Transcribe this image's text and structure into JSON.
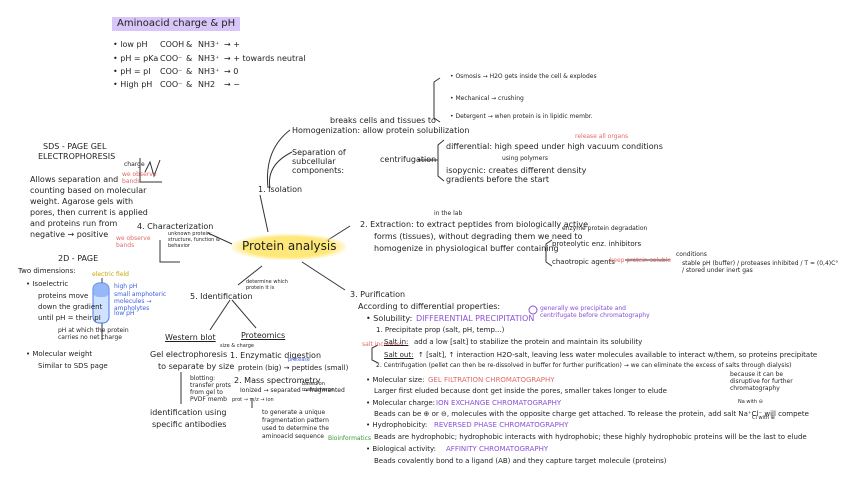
{
  "title": "Aminoacid charge & pH",
  "ph_rules": [
    {
      "a": "• low pH",
      "b": "COOH",
      "c": "&",
      "d": "NH3⁺",
      "e": "→ +"
    },
    {
      "a": "• pH = pKa",
      "b": "COO⁻",
      "c": "&",
      "d": "NH3⁺",
      "e": "→ + towards neutral"
    },
    {
      "a": "• pH = pI",
      "b": "COO⁻",
      "c": "&",
      "d": "NH3⁺",
      "e": "→ 0"
    },
    {
      "a": "• High pH",
      "b": "COO⁻",
      "c": "&",
      "d": "NH2",
      "e": "→ −"
    }
  ],
  "center": "Protein analysis",
  "isolation": {
    "label": "1. Isolation",
    "breaks": "breaks cells and tissues to",
    "homog": "Homogenization: allow protein solubilization",
    "lysis": [
      "• Osmosis → H2O gets inside the cell & explodes",
      "• Mechanical → crushing",
      "• Detergent → when protein is in lipidic membr."
    ],
    "separation": "Separation of subcellular components:",
    "centrif": "centrifugation",
    "differential": "differential: high speed under high vacuum conditions",
    "diff_note": "release all organs",
    "polymers": "using polymers",
    "isopycnic": "isopycnic: creates different density gradients before the start"
  },
  "extraction": {
    "note": "in the lab",
    "line1": "2. Extraction: to extract peptides from biologically active",
    "line2": "forms (tissues), without degrading them we need to",
    "line2b": "enzyme protein degradation",
    "line3": "homogenize in physiological buffer containing",
    "prot": "proteolytic enz. inhibitors",
    "chao": "chaotropic agents",
    "chao_note": "keep protein soluble",
    "cond": "conditions",
    "result": "stable pH (buffer) / proteases inhibited / T = (0,4)C° / stored under inert gas"
  },
  "purification": {
    "label": "3. Purification",
    "sub": "According to differential properties:",
    "note": "generally we precipitate and centrifugate before chromatography",
    "solubility": "• Solubility:",
    "precip": "DIFFERENTIAL PRECIPITATION",
    "precip_prop": "1. Precipitate prop (salt, pH, temp...)",
    "salt_in_lbl": "Salt in:",
    "salt_in": "add a low [salt] to stabilize the protein and maintain its solubility",
    "salt_out_lbl": "Salt out:",
    "salt_out": "↑ [salt], ↑ interaction H2O-salt, leaving less water molecules available to interact w/them, so proteins precipitate",
    "step2": "2. Centrifugation (pellet can then be re-dissolved in buffer for further purification) → we can eliminate the excess of salts through dialysis)",
    "dialysis_note": "because it can be disruptive for further chromatography",
    "side_note": "salt increases",
    "mol_size": "• Molecular size:",
    "gel": "GEL FILTRATION CHROMATOGRAPHY",
    "gel_desc": "Larger first eluded because dont get inside the pores, smaller takes longer to elude",
    "mol_charge": "• Molecular charge:",
    "ion": "ION EXCHANGE CHROMATOGRAPHY",
    "ion_desc": "Beads can be ⊕ or ⊖, molecules with the opposite charge get attached. To release the protein, add salt Na⁺Cl⁻ will compete",
    "ion_note1": "Na with ⊖",
    "ion_note2": "Cl with ⊕",
    "hydro": "• Hydrophobicity:",
    "rev": "REVERSED PHASE CHROMATOGRAPHY",
    "rev_desc": "Beads are hydrophobic; hydrophobic interacts with hydrophobic; these highly hydrophobic proteins will be the last to elude",
    "bio": "• Biological activity:",
    "aff": "AFFINITY CHROMATOGRAPHY",
    "aff_desc": "Beads covalently bond to a ligand (AB) and they capture target molecule (proteins)"
  },
  "characterization": {
    "label": "4. Characterization",
    "note": "unknown protein; structure, function & behavior",
    "side": "we observe bands",
    "sds_title1": "SDS - PAGE GEL",
    "sds_title2": "ELECTROPHORESIS",
    "sds_graph": "charge",
    "sds_note": "we observe bands",
    "sds_desc": [
      "Allows separation and",
      "counting based on molecular",
      "weight. Agarose gels with",
      "pores, then current is applied",
      "and proteins run from",
      "negative → positive"
    ],
    "twod": "2D - PAGE",
    "dims": "Two dimensions:",
    "iso": "• Isoelectric",
    "iso_desc": [
      "proteins move",
      "down the gradient",
      "until pH = their pI"
    ],
    "electric": "electric field",
    "highph": "high pH",
    "small": "small amphoteric molecules → ampholytes",
    "lowph": "low pH",
    "pi_note": "pH at which the protein carries no net charge",
    "mw": "• Molecular weight",
    "mw_desc": "Similar to SDS page"
  },
  "identification": {
    "label": "5. Identification",
    "note": "determine which protein it is",
    "western": "Western blot",
    "wb1": "Gel electrophoresis",
    "wb2": "to separate by size",
    "wb2_note": "size & charge",
    "wb_note": "blotting: transfer prots from gel to PVDF memb",
    "wb3": "identification using",
    "wb4": "specific antibodies",
    "prot": "Proteomics",
    "p1": "1. Enzymatic digestion",
    "p1b": "protein (big) → peptides (small)",
    "p1_note": "protease",
    "p2": "2. Mass spectrometry",
    "p2b": "Ionized → separated → fragmented",
    "p2_note": "based on mass/charge",
    "p2_note2": "prot → m/z → ion",
    "p3": [
      "to generate a unique",
      "fragmentation pattern",
      "used to determine the",
      "aminoacid sequence"
    ],
    "bio": "Bioinformatics"
  }
}
